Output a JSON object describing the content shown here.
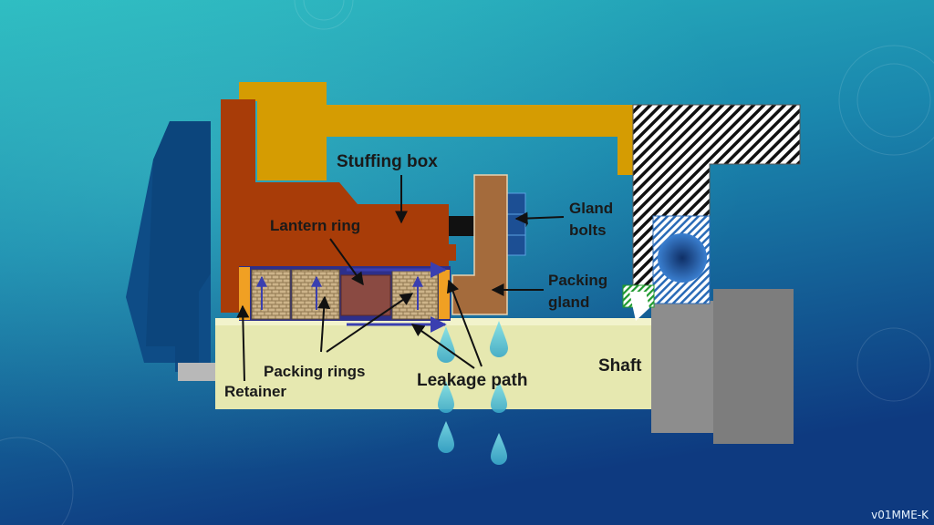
{
  "labels": {
    "stuffing_box": "Stuffing box",
    "lantern_ring": "Lantern ring",
    "gland_bolts_line1": "Gland",
    "gland_bolts_line2": "bolts",
    "packing_gland_line1": "Packing",
    "packing_gland_line2": "gland",
    "shaft": "Shaft",
    "packing_rings": "Packing rings",
    "retainer": "Retainer",
    "leakage_path": "Leakage path"
  },
  "footer": {
    "version": "v01MME-K"
  },
  "colors": {
    "background_top": "#25b5bd",
    "background_bottom": "#0f3d83",
    "stuffing_box": "#a83c08",
    "frame": "#d59c02",
    "packing_gland": "#a46b3c",
    "shaft": "#e6e8b0",
    "bearing": "#8c8c8c",
    "lantern_ring": "#8a4a42",
    "retainer": "#f0a023",
    "packing": "#cdb48a",
    "leakage_drop": "#5fc8d8"
  }
}
